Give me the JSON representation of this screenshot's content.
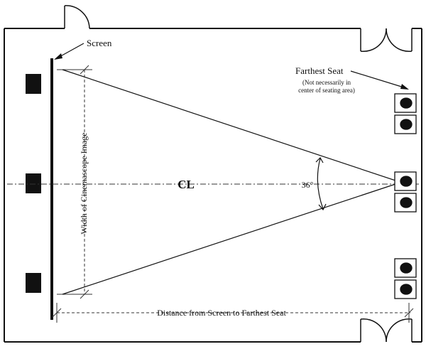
{
  "labels": {
    "screen": "Screen",
    "farthest_seat": "Farthest Seat",
    "farthest_seat_note_line1": "(Not necessarily in",
    "farthest_seat_note_line2": "center of seating area)",
    "width_label": "Width of Cinemascope Image",
    "distance_label": "Distance from Screen to Farthest Seat",
    "centerline_symbol": "CL",
    "angle": "36°"
  },
  "colors": {
    "ink": "#111111",
    "background": "#ffffff"
  },
  "icons": {
    "speaker": "speaker-icon",
    "seat": "seat-icon",
    "door": "door-swing-icon"
  }
}
